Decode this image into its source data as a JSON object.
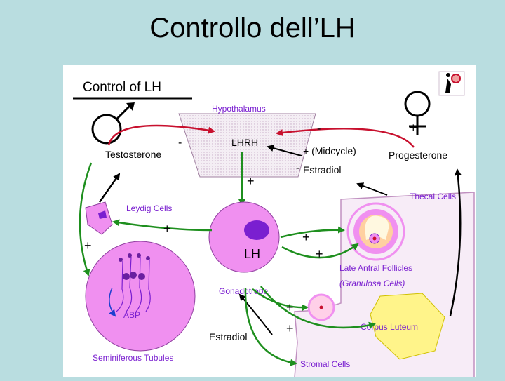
{
  "slide": {
    "title": "Controllo dell’LH"
  },
  "diagram": {
    "heading": "Control of LH",
    "hypothalamus": "Hypothalamus",
    "lhrh": "LHRH",
    "testosterone": "Testosterone",
    "leydig": "Leydig Cells",
    "lh": "LH",
    "gonadotrope": "Gonadotrope",
    "abp": "ABP",
    "seminiferous": "Seminiferous Tubules",
    "estradiol_male": "Estradiol",
    "midcycle": "+ (Midcycle)",
    "estradiol_female": "Estradiol",
    "progesterone": "Progesterone",
    "thecal": "Thecal Cells",
    "late_antral": "Late Antral Follicles",
    "granulosa": "(Granulosa Cells)",
    "corpus_luteum": "Corpus Luteum",
    "stromal": "Stromal Cells",
    "signs": {
      "plus": "+",
      "minus": "-"
    },
    "colors": {
      "pink": "#f090f0",
      "green": "#1e8f1e",
      "red": "#c8102e",
      "purple": "#7a1fd0",
      "yellow": "#fff48a",
      "follicle_bg": "#f7ecf7"
    }
  }
}
